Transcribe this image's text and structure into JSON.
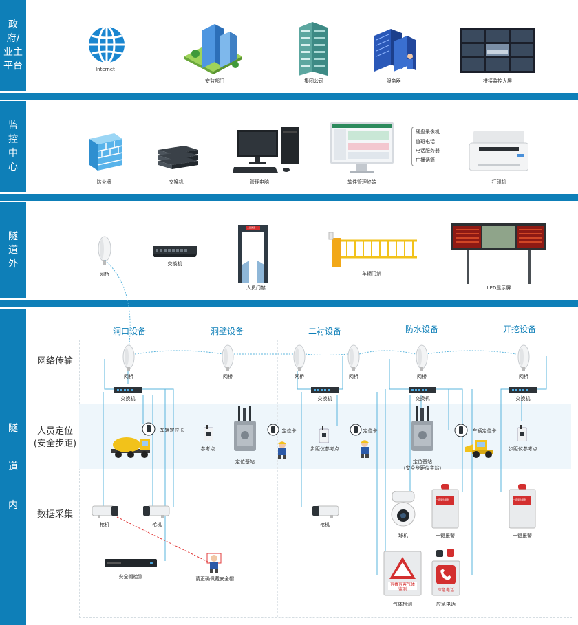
{
  "sidebar": {
    "gov": "政府/业主平台",
    "monitor": "监控中心",
    "outside": "隧道外",
    "inside": "隧道内"
  },
  "gov": {
    "internet": "Internet",
    "supervision": "安监部门",
    "group": "集团公司",
    "server": "服务器",
    "videowall": "拼接监控大屏"
  },
  "monitor": {
    "firewall": "防火墙",
    "switch": "交换机",
    "pc": "管理电脑",
    "terminal": "软件管理终端",
    "services": [
      "硬盘录像机",
      "值班电话",
      "电话服务器",
      "广播话筒"
    ],
    "printer": "打印机"
  },
  "outside": {
    "bridge": "网桥",
    "switch": "交换机",
    "person_gate": "人员门禁",
    "gate_banner": "人员通道",
    "vehicle_gate": "车辆门禁",
    "led": "LED显示屏"
  },
  "inside": {
    "zones": [
      "洞口设备",
      "洞壁设备",
      "二衬设备",
      "防水设备",
      "开挖设备"
    ],
    "rows": {
      "network": "网络传输",
      "positioning": "人员定位\n(安全步距)",
      "collection": "数据采集"
    },
    "bridge": "网桥",
    "switch": "交换机",
    "vehicle_card": "车辆定位卡",
    "reference": "参考点",
    "base_station": "定位基站",
    "card": "定位卡",
    "step_ref": "步距仪参考点",
    "base_station_main": "定位基站",
    "base_station_main_sub": "(安全步距仪主站)",
    "gun_camera": "枪机",
    "ball_camera": "球机",
    "sos": "一键报警",
    "sos_label": "一键紧急报警",
    "helmet": "安全帽检测",
    "helmet_warn": "请正确佩戴安全帽",
    "gas": "气体检测",
    "gas_label": "有毒有害气体监测",
    "phone": "应急电话",
    "phone_label": "应急电话"
  },
  "colors": {
    "brand": "#0e7fb8",
    "line": "#5ab4dc",
    "alert": "#e23b3b"
  }
}
